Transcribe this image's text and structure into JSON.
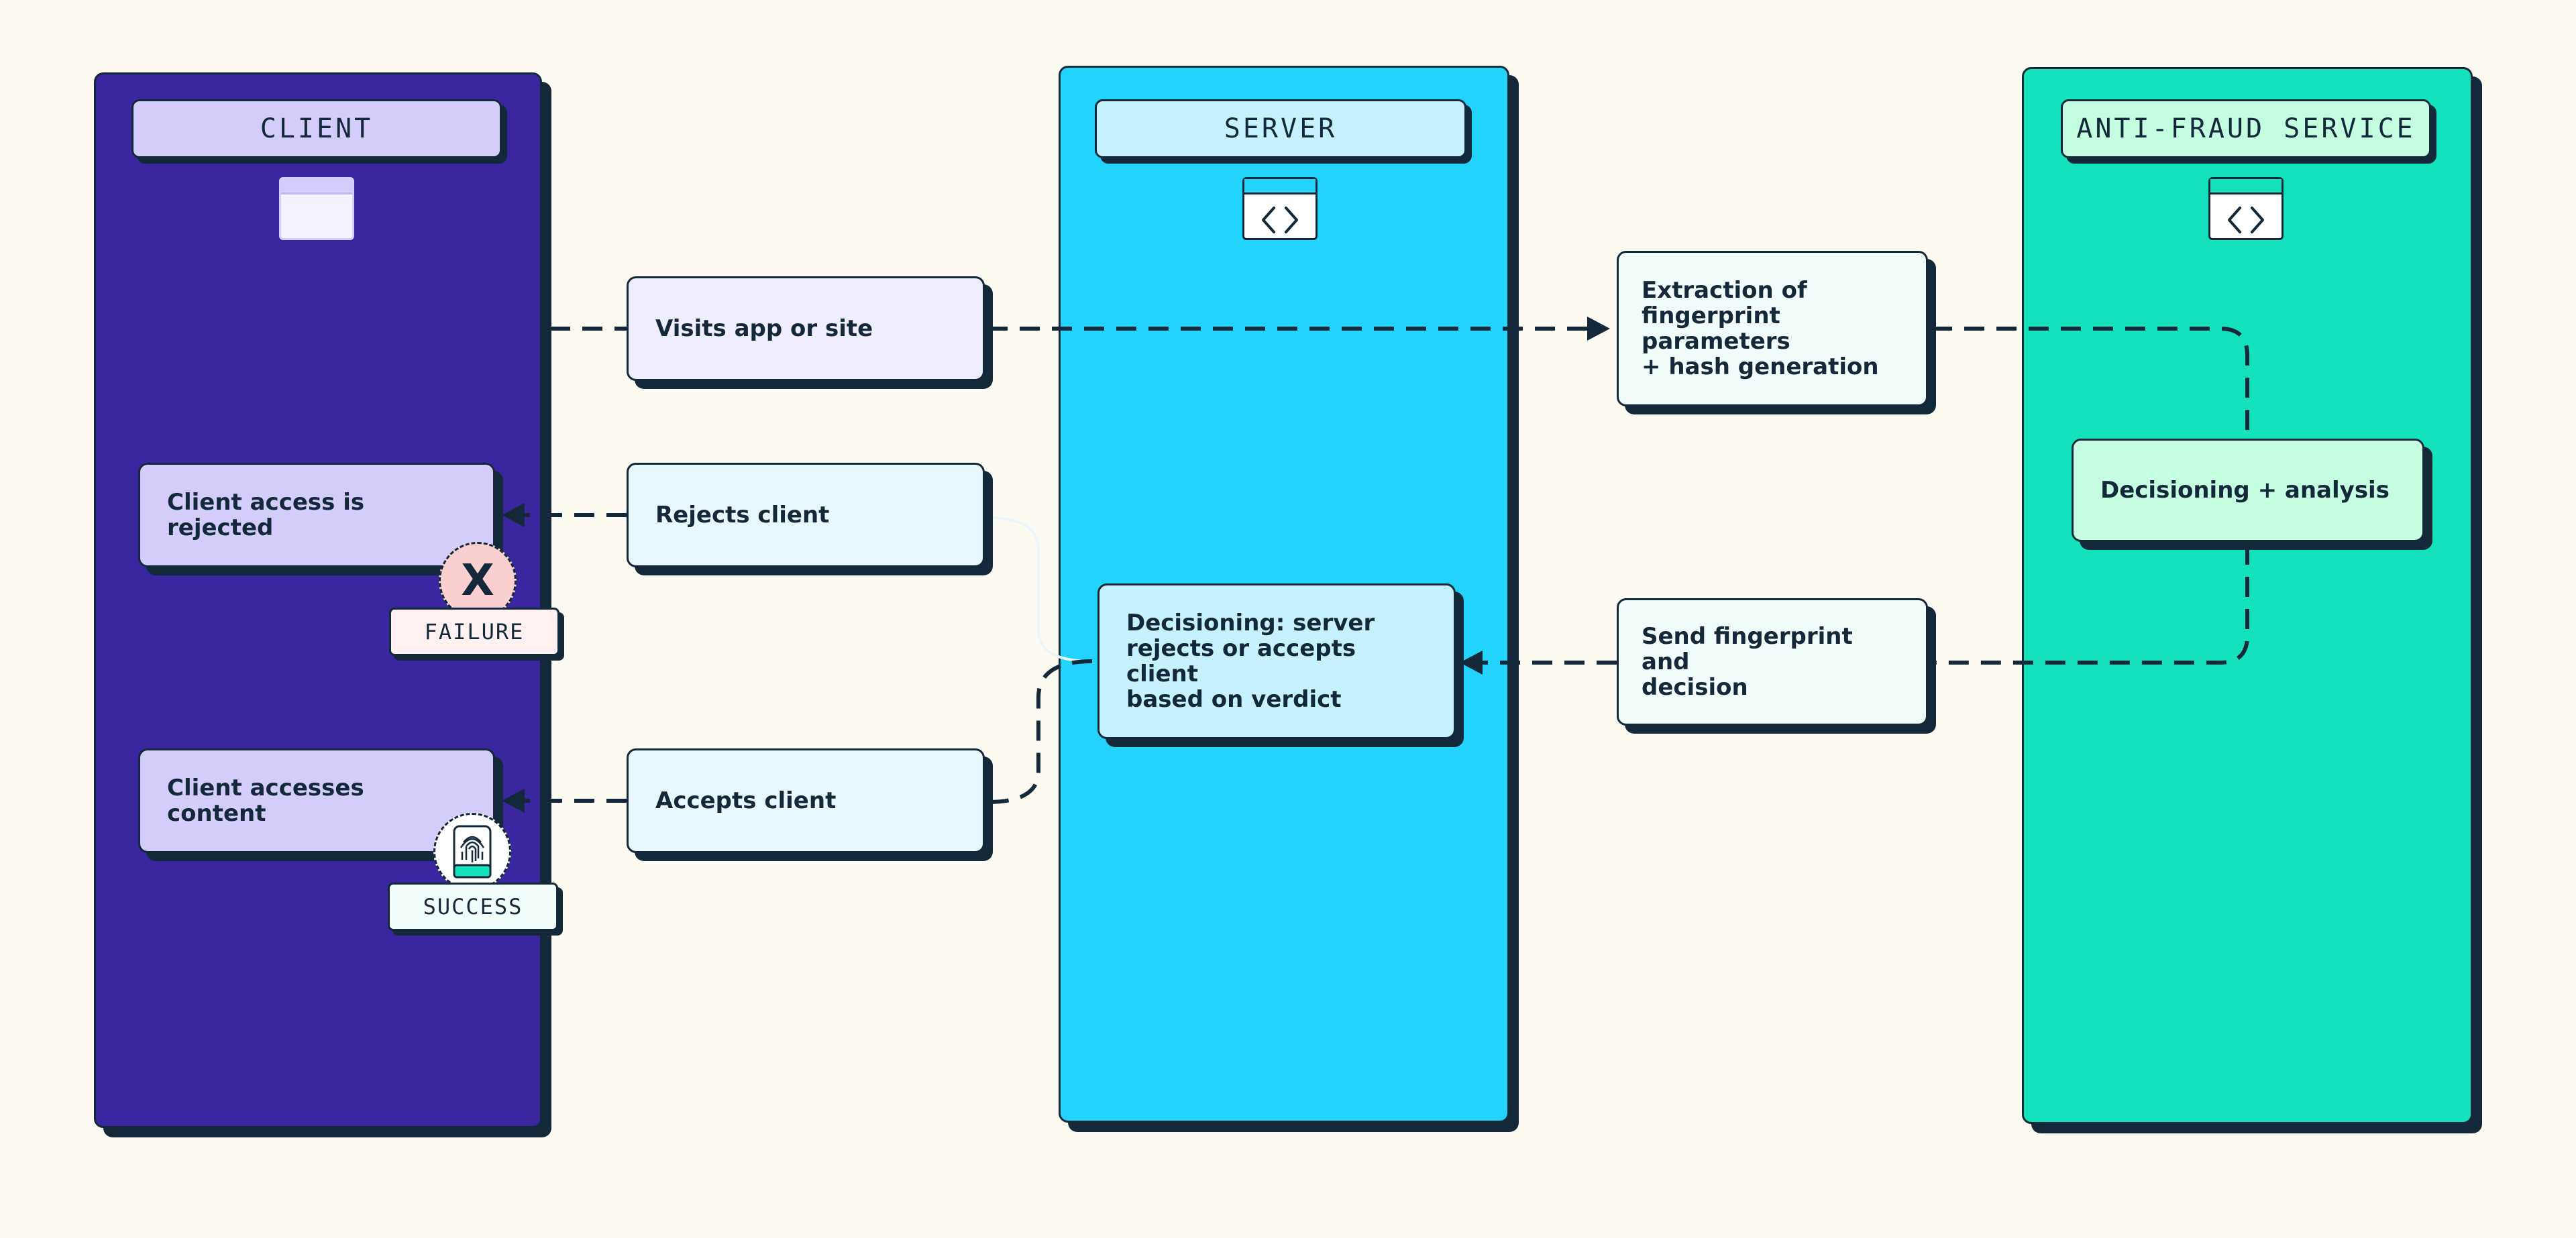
{
  "colors": {
    "background": "#fdfbf1",
    "ink": "#13293a",
    "client_lane": "#3a27a0",
    "client_header": "#d4cdfb",
    "client_card": "#d4cdfb",
    "server_lane": "#22d3fb",
    "server_header": "#c6f2fe",
    "server_card": "#c6f2fe",
    "antifraud_lane": "#13e2bc",
    "antifraud_header": "#c5fde0",
    "antifraud_card": "#c5fde0",
    "visits_card": "#efedfe",
    "reply_card": "#e9f7fe",
    "extraction_card": "#f2fcfa",
    "failure_badge": "#f9cfcf",
    "failure_tag": "#fff1f1",
    "success_tag": "#f2fcfa"
  },
  "lanes": {
    "client": {
      "title": "CLIENT",
      "icon": "browser-window-icon"
    },
    "server": {
      "title": "SERVER",
      "icon": "code-window-icon"
    },
    "antifraud": {
      "title": "ANTI-FRAUD SERVICE",
      "icon": "code-window-icon"
    }
  },
  "cards": {
    "visits": "Visits app or site",
    "extraction": "Extraction of\nfingerprint parameters\n+ hash generation",
    "analysis": "Decisioning + analysis",
    "rejects": "Rejects client",
    "rejected": "Client access is rejected",
    "server_decision": "Decisioning: server\nrejects or accepts client\nbased on verdict",
    "send": "Send fingerprint and\ndecision",
    "accepts": "Accepts client",
    "accesses": "Client accesses content"
  },
  "outcomes": {
    "failure": {
      "label": "FAILURE",
      "symbol": "X",
      "icon": "x-mark-icon"
    },
    "success": {
      "label": "SUCCESS",
      "icon": "fingerprint-icon"
    }
  }
}
